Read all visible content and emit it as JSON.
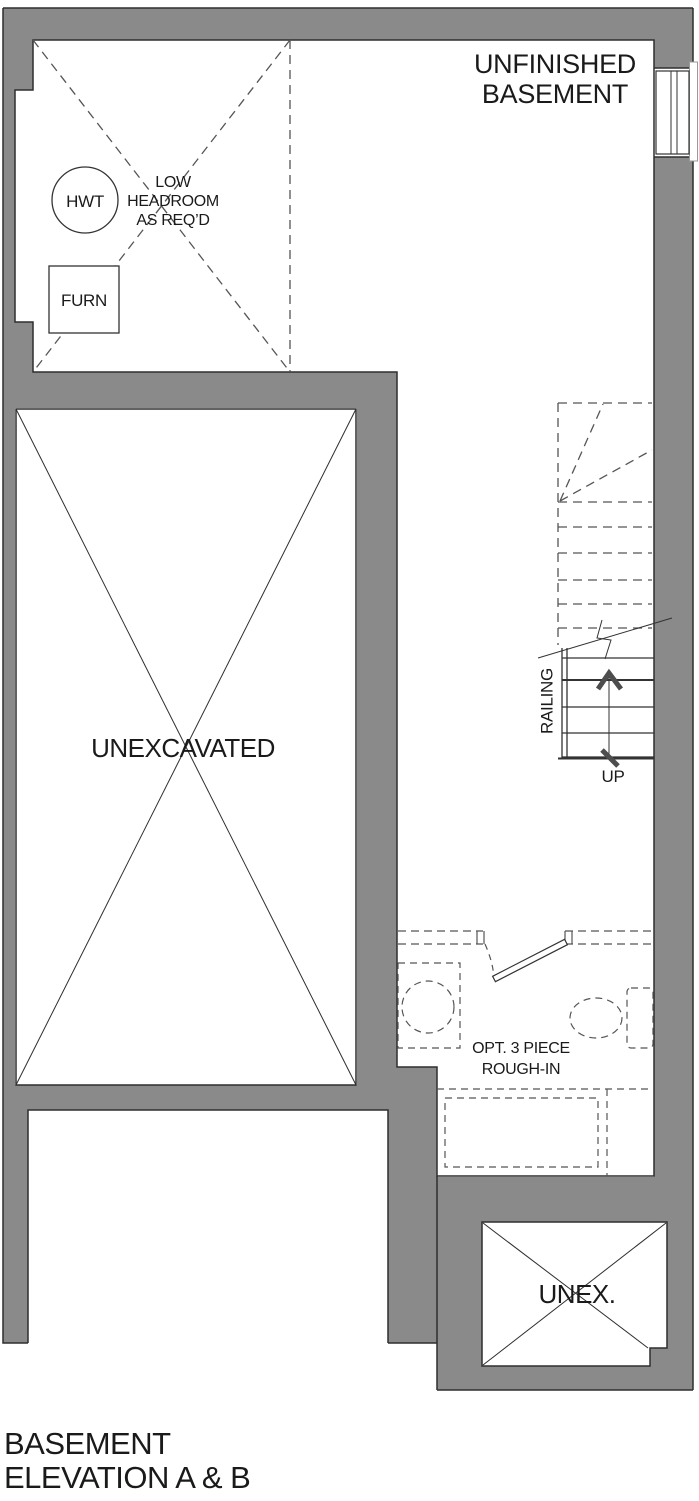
{
  "drawing": {
    "type": "architectural-floor-plan",
    "labels": {
      "unfinished_basement": [
        "UNFINISHED",
        "BASEMENT"
      ],
      "low_headroom": [
        "LOW",
        "HEADROOM",
        "AS REQ’D"
      ],
      "hwt": "HWT",
      "furn": "FURN",
      "unexcavated": "UNEXCAVATED",
      "railing": "RAILING",
      "up": "UP",
      "rough_in": [
        "OPT. 3 PIECE",
        "ROUGH-IN"
      ],
      "unex": "UNEX."
    },
    "title": [
      "BASEMENT",
      "ELEVATION A & B"
    ],
    "colors": {
      "wall_fill": "#8a8a8a",
      "outline": "#2e2e2e",
      "dashed_line": "#555555",
      "light_frame": "#999999",
      "stair_marks": "#4d4d4d",
      "text": "#1a1a1a",
      "background": "#ffffff"
    }
  }
}
